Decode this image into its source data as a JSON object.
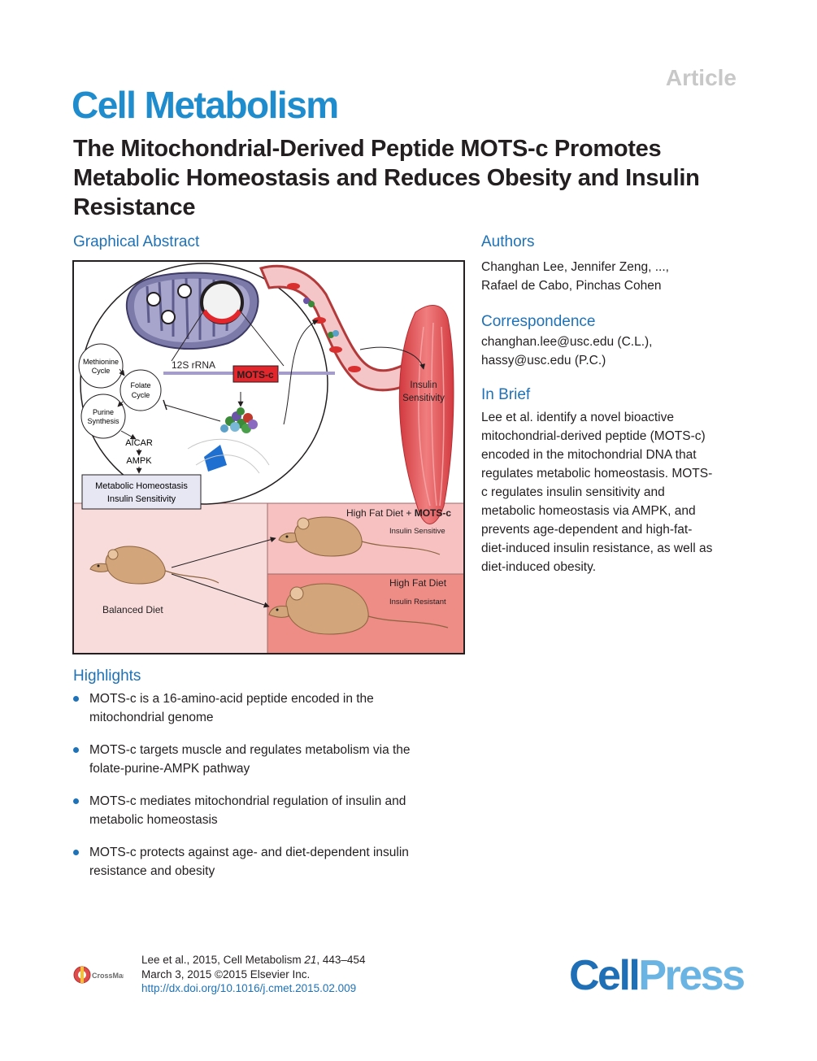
{
  "header": {
    "article_label": "Article",
    "journal": "Cell Metabolism",
    "title": "The Mitochondrial-Derived Peptide MOTS-c Promotes Metabolic Homeostasis and Reduces Obesity and Insulin Resistance"
  },
  "graphical_abstract": {
    "heading": "Graphical Abstract",
    "labels": {
      "methionine_cycle": [
        "Methionine",
        "Cycle"
      ],
      "folate_cycle": [
        "Folate",
        "Cycle"
      ],
      "purine_synthesis": [
        "Purine",
        "Synthesis"
      ],
      "rrna": "12S rRNA",
      "mots_c": "MOTS-c",
      "aicar": "AICAR",
      "ampk": "AMPK",
      "homeostasis": [
        "Metabolic Homeostasis",
        "Insulin Sensitivity"
      ],
      "muscle": [
        "Insulin",
        "Sensitivity"
      ],
      "hfd_mots_prefix": "High Fat Diet + ",
      "hfd_mots_bold": "MOTS-c",
      "insulin_sensitive": "Insulin Sensitive",
      "hfd": "High Fat Diet",
      "insulin_resistant": "Insulin Resistant",
      "balanced_diet": "Balanced Diet"
    },
    "colors": {
      "mots_red": "#e3262b",
      "muscle_red": "#e34b4f",
      "panel_pink": "#f6c1c0",
      "panel_salmon": "#ee8c86",
      "mouse_tan": "#d2a57a"
    }
  },
  "authors": {
    "heading": "Authors",
    "lines": [
      "Changhan Lee, Jennifer Zeng, ...,",
      "Rafael de Cabo, Pinchas Cohen"
    ]
  },
  "correspondence": {
    "heading": "Correspondence",
    "lines": [
      "changhan.lee@usc.edu (C.L.),",
      "hassy@usc.edu (P.C.)"
    ]
  },
  "in_brief": {
    "heading": "In Brief",
    "lines": [
      "Lee et al. identify a novel bioactive",
      "mitochondrial-derived peptide (MOTS-c)",
      "encoded in the mitochondrial DNA that",
      "regulates metabolic homeostasis. MOTS-",
      "c regulates insulin sensitivity and",
      "metabolic homeostasis via AMPK, and",
      "prevents age-dependent and high-fat-",
      "diet-induced insulin resistance, as well as",
      "diet-induced obesity."
    ]
  },
  "highlights": {
    "heading": "Highlights",
    "items": [
      [
        "MOTS-c is a 16-amino-acid peptide encoded in the",
        "mitochondrial genome"
      ],
      [
        "MOTS-c targets muscle and regulates metabolism via the",
        "folate-purine-AMPK pathway"
      ],
      [
        "MOTS-c mediates mitochondrial regulation of insulin and",
        "metabolic homeostasis"
      ],
      [
        "MOTS-c protects against age- and diet-dependent insulin",
        "resistance and obesity"
      ]
    ]
  },
  "footer": {
    "citation_authors": "Lee et al., 2015, Cell Metabolism ",
    "volume": "21",
    "pages": ", 443–454",
    "date_line": "March 3, 2015 ©2015 Elsevier Inc.",
    "doi": "http://dx.doi.org/10.1016/j.cmet.2015.02.009",
    "crossmark": "CrossMark",
    "logo_cell": "Cell",
    "logo_press": "Press"
  }
}
